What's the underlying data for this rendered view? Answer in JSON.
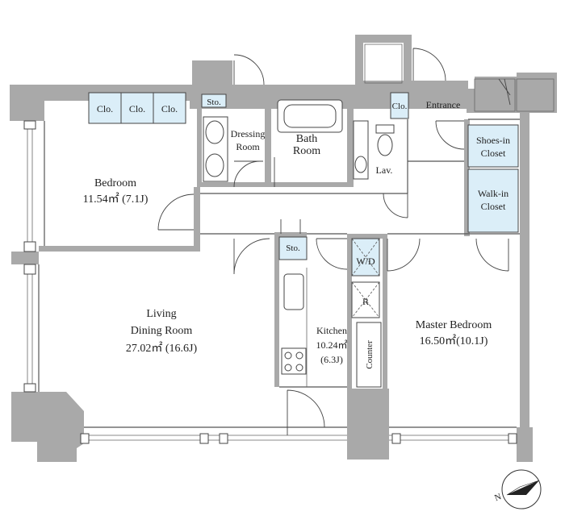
{
  "rooms": {
    "bedroom": {
      "name": "Bedroom",
      "area": "11.54㎡ (7.1J)"
    },
    "living": {
      "name_line1": "Living",
      "name_line2": "Dining Room",
      "area": "27.02㎡ (16.6J)"
    },
    "kitchen": {
      "name": "Kitchen",
      "area": "10.24㎡",
      "area_j": "(6.3J)"
    },
    "master": {
      "name": "Master Bedroom",
      "area": "16.50㎡(10.1J)"
    },
    "dressing": {
      "line1": "Dressing",
      "line2": "Room"
    },
    "bath": {
      "line1": "Bath",
      "line2": "Room"
    },
    "lav": "Lav.",
    "entrance": "Entrance",
    "shoes": {
      "line1": "Shoes-in",
      "line2": "Closet"
    },
    "walkin": {
      "line1": "Walk-in",
      "line2": "Closet"
    }
  },
  "labels": {
    "clo": "Clo.",
    "sto": "Sto.",
    "wd": "W/D",
    "r": "R",
    "counter": "Counter",
    "north": "N"
  },
  "colors": {
    "wall": "#a9a9a9",
    "storage_fill": "#dbeef8",
    "line": "#444444"
  }
}
